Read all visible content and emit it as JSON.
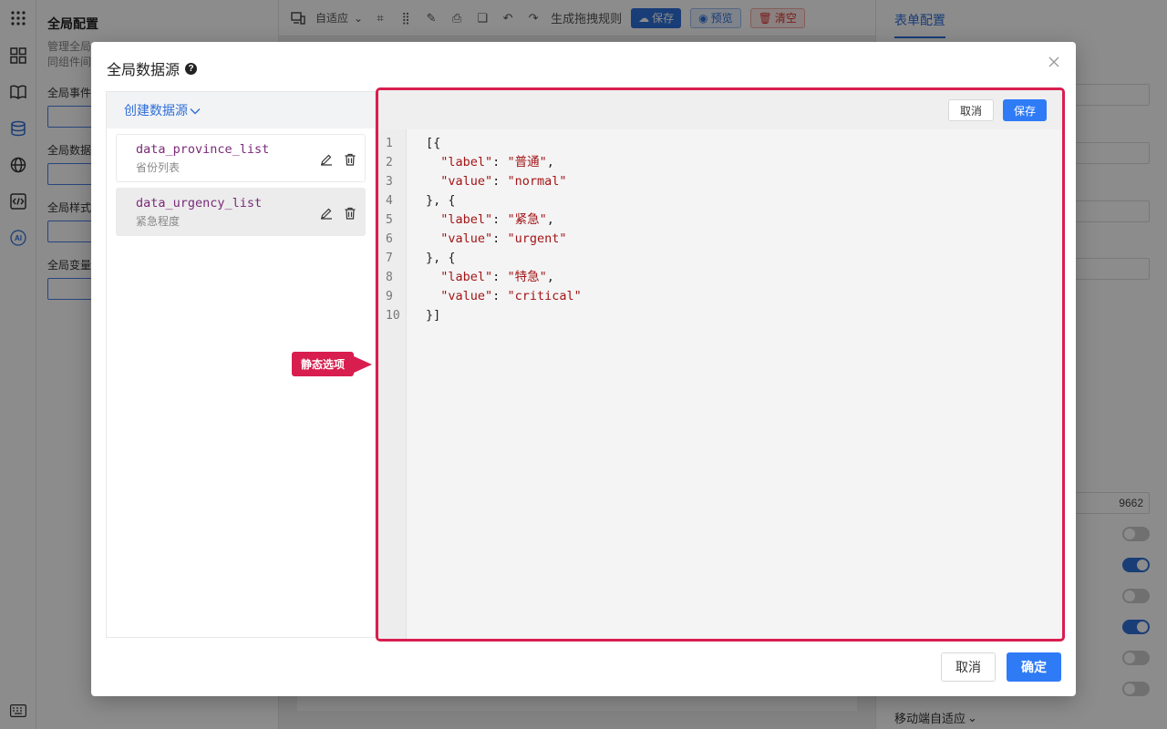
{
  "left_panel": {
    "title": "全局配置",
    "desc": "管理全局 同组件间",
    "labels": [
      "全局事件",
      "全局数据",
      "全局样式",
      "全局变量"
    ]
  },
  "toolbar": {
    "device_select": "自适应",
    "generate_rule": "生成拖拽规则",
    "save": "保存",
    "preview": "预览",
    "clear": "清空"
  },
  "right_panel": {
    "tab": "表单配置",
    "field_value": "9662",
    "toggles": [
      false,
      true,
      false,
      true,
      false,
      false
    ],
    "bottom_label": "移动端自适应"
  },
  "dialog": {
    "title": "全局数据源",
    "help": "?",
    "create_label": "创建数据源",
    "datasources": [
      {
        "name": "data_province_list",
        "desc": "省份列表"
      },
      {
        "name": "data_urgency_list",
        "desc": "紧急程度"
      }
    ],
    "editor": {
      "cancel": "取消",
      "save": "保存",
      "line_numbers": [
        "1",
        "2",
        "3",
        "4",
        "5",
        "6",
        "7",
        "8",
        "9",
        "10"
      ],
      "lines": [
        "[{",
        "  \"label\": \"普通\",",
        "  \"value\": \"normal\"",
        "}, {",
        "  \"label\": \"紧急\",",
        "  \"value\": \"urgent\"",
        "}, {",
        "  \"label\": \"特急\",",
        "  \"value\": \"critical\"",
        "}]"
      ]
    },
    "callout": "静态选项",
    "footer_cancel": "取消",
    "footer_ok": "确定"
  },
  "colors": {
    "accent": "#2f7bf6",
    "highlight": "#d81e4f"
  }
}
